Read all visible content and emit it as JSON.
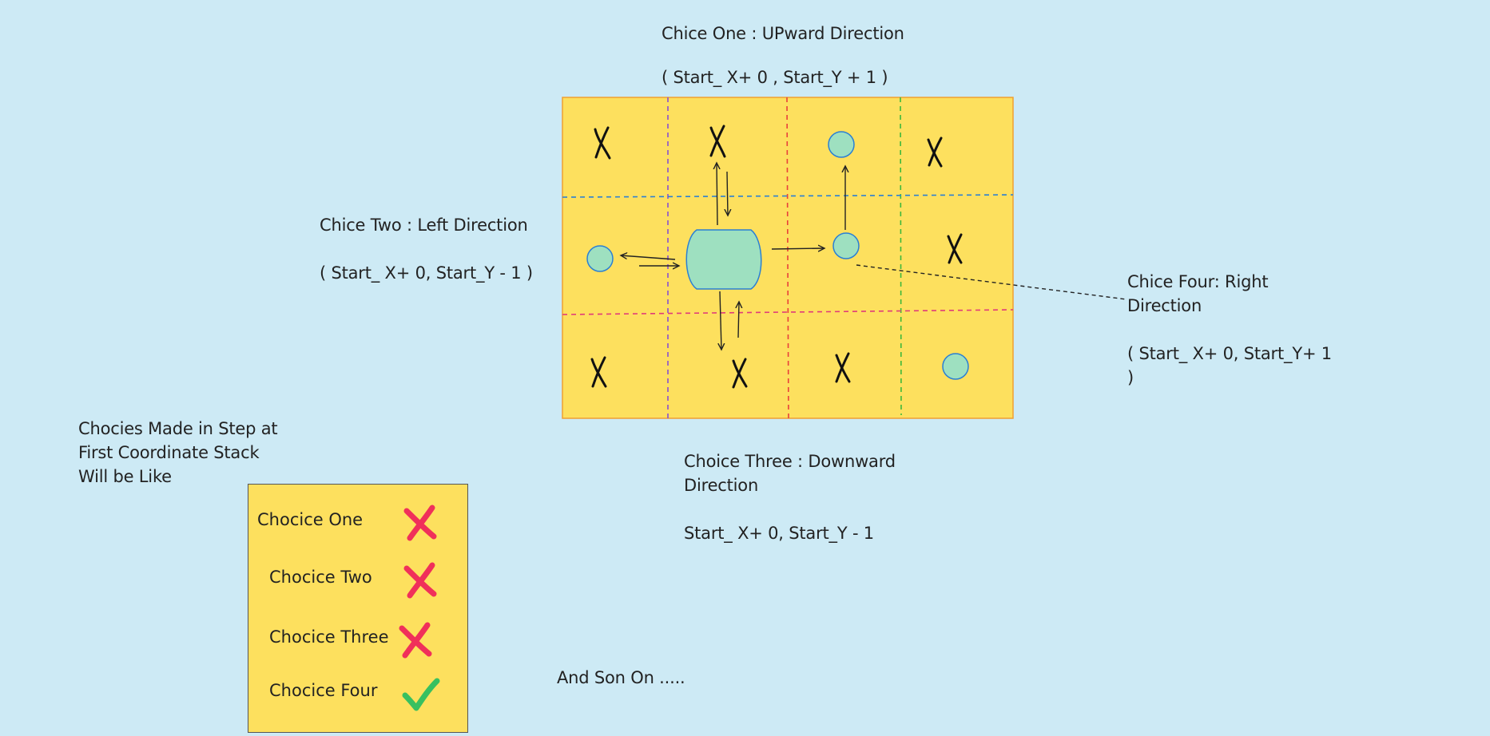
{
  "grid": {
    "rows": [
      [
        "X",
        "X",
        "circle",
        "X"
      ],
      [
        "circle",
        "start",
        "circle",
        "X"
      ],
      [
        "X",
        "X",
        "X",
        "circle"
      ]
    ]
  },
  "colors": {
    "background": "#cdeaf5",
    "grid_fill": "#fde05e",
    "grid_border": "#f0a030",
    "circle_fill": "#9ee0c0",
    "circle_stroke": "#2a7fd4",
    "divider_purple": "#8a4fd0",
    "divider_red": "#e8403a",
    "divider_green": "#3cb83c",
    "divider_blue": "#2a7fd4",
    "divider_magenta": "#e03a7a",
    "cross_red": "#f0305a",
    "check_green": "#38c060"
  },
  "labels": {
    "up_title": "Chice One : UPward Direction",
    "up_coords": "( Start_ X+ 0 ,  Start_Y + 1  )",
    "left_title": "Chice Two : Left Direction",
    "left_coords": "( Start_ X+ 0, Start_Y - 1 )",
    "right_text": "Chice Four: Right\nDirection\n\n( Start_ X+ 0, Start_Y+ 1\n)",
    "down_text": "Choice Three : Downward\nDirection\n\nStart_ X+ 0, Start_Y - 1",
    "stack_heading": "Chocies Made in Step at\nFirst Coordinate  Stack\nWill be Like",
    "and_so_on": "And Son On ....."
  },
  "stack": {
    "items": [
      {
        "label": "Chocice One",
        "status": "rejected",
        "icon": "cross-icon"
      },
      {
        "label": "Chocice Two",
        "status": "rejected",
        "icon": "cross-icon"
      },
      {
        "label": "Chocice Three",
        "status": "rejected",
        "icon": "cross-icon"
      },
      {
        "label": "Chocice Four",
        "status": "accepted",
        "icon": "check-icon"
      }
    ]
  }
}
